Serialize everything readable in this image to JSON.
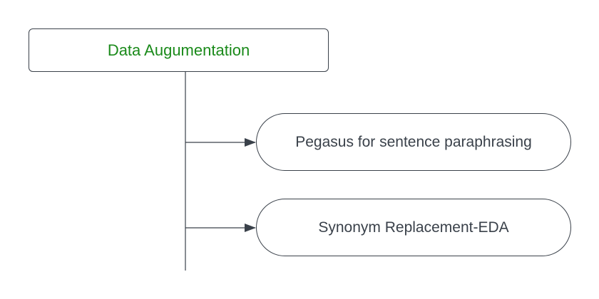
{
  "diagram": {
    "type": "tree",
    "root": {
      "label": "Data Augumentation",
      "color": "#1a8a1a"
    },
    "children": [
      {
        "label": "Pegasus for sentence paraphrasing"
      },
      {
        "label": "Synonym Replacement-EDA"
      }
    ],
    "line_color": "#3a414a"
  }
}
